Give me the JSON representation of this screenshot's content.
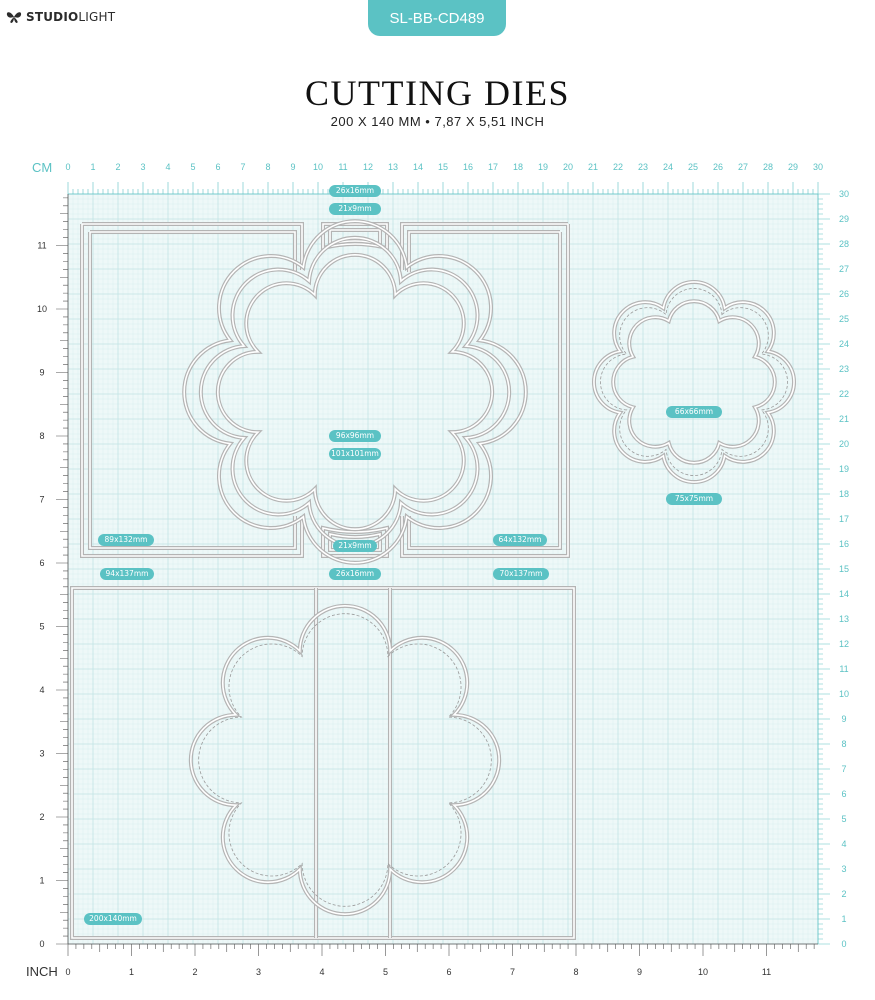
{
  "brand": {
    "name_bold": "STUDIO",
    "name_light": "LIGHT"
  },
  "product_code": "SL-BB-CD489",
  "title": "CUTTING DIES",
  "subtitle": "200  X 140 MM • 7,87 X 5,51 INCH",
  "ruler": {
    "cm_label": "CM",
    "inch_label": "INCH",
    "cm_top_max": 30,
    "cm_right_max": 30,
    "inch_left_max": 11,
    "inch_bottom_max": 11
  },
  "dimensions": {
    "d1": "26x16mm",
    "d2": "21x9mm",
    "d3": "96x96mm",
    "d4": "101x101mm",
    "d5": "89x132mm",
    "d6": "21x9mm",
    "d7": "64x132mm",
    "d8": "94x137mm",
    "d9": "26x16mm",
    "d10": "70x137mm",
    "d11": "66x66mm",
    "d12": "75x75mm",
    "d13": "200x140mm"
  },
  "colors": {
    "accent": "#5bc2c4",
    "grid_bg": "#eef8f8",
    "grid_line": "#d4eced",
    "die": "#b8b8b8"
  }
}
